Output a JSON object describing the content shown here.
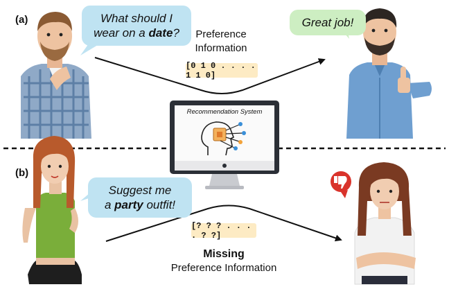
{
  "panel_a": {
    "label": "(a)",
    "question_part1": "What should I",
    "question_part2": "wear on a ",
    "question_bold": "date",
    "question_end": "?",
    "reply": "Great job!",
    "pref_line1": "Preference",
    "pref_line2": "Information",
    "vector": "[0 1 0 . . . . 1 1 0]"
  },
  "system": {
    "title": "Recommendation System"
  },
  "panel_b": {
    "label": "(b)",
    "request_part1": "Suggest me",
    "request_part2": "a ",
    "request_bold": "party",
    "request_end": " outfit!",
    "vector": "[? ? ? . . . . ? ?]",
    "missing": "Missing",
    "pref_info": "Preference Information"
  },
  "colors": {
    "bubble_blue": "#bfe3f2",
    "bubble_green": "#cdeec2",
    "vector_bg": "#fdebc4",
    "thumbs_down": "#d9332b"
  }
}
